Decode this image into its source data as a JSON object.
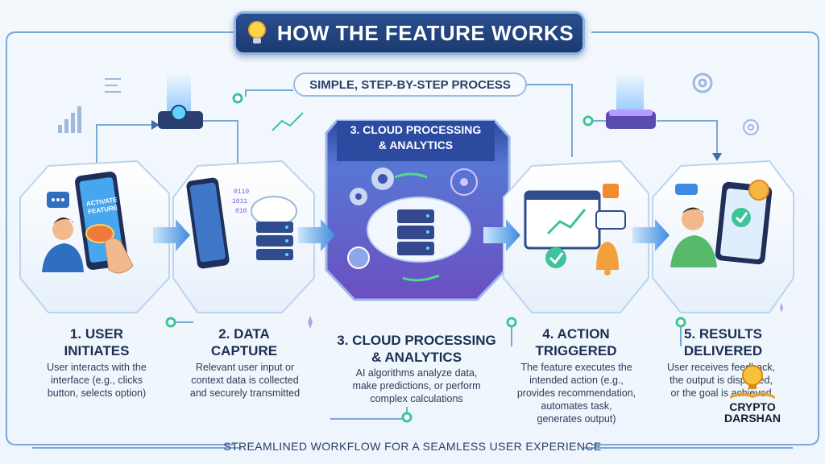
{
  "header": {
    "title": "HOW THE FEATURE WORKS",
    "subtitle": "SIMPLE, STEP-BY-STEP PROCESS"
  },
  "steps": [
    {
      "title_line1": "1. USER",
      "title_line2": "INITIATES",
      "desc_lines": [
        "User interacts with the",
        "interface (e.g., clicks",
        "button, selects option)"
      ],
      "screen_text_1": "ACTIVATE",
      "screen_text_2": "FEATURE"
    },
    {
      "title_line1": "2. DATA",
      "title_line2": "CAPTURE",
      "desc_lines": [
        "Relevant user input or",
        "context data is collected",
        "and securely transmitted"
      ]
    },
    {
      "title_line1": "3. CLOUD PROCESSING",
      "title_line2": "& ANALYTICS",
      "desc_lines": [
        "AI algorithms analyze data,",
        "make predictions, or perform",
        "complex calculations"
      ],
      "header_line1": "3. CLOUD PROCESSING",
      "header_line2": "& ANALYTICS"
    },
    {
      "title_line1": "4. ACTION",
      "title_line2": "TRIGGERED",
      "desc_lines": [
        "The feature executes the",
        "intended action (e.g.,",
        "provides recommendation,",
        "automates task,",
        "generates output)"
      ]
    },
    {
      "title_line1": "5. RESULTS",
      "title_line2": "DELIVERED",
      "desc_lines": [
        "User receives feedback,",
        "the output is displayed,",
        "or the goal is achieved"
      ]
    }
  ],
  "footer": {
    "text": "STREAMLINED WORKFLOW FOR A SEAMLESS USER EXPERIENCE"
  },
  "watermark": {
    "line1": "CRYPTO",
    "line2": "DARSHAN"
  },
  "icons": [
    "lightbulb-icon",
    "phone-icon",
    "hand-icon",
    "user-icon",
    "server-icon",
    "cloud-icon",
    "gear-icon",
    "brain-icon",
    "network-icon",
    "dashboard-icon",
    "bell-icon",
    "checkmark-icon",
    "tablet-icon",
    "badge-icon",
    "router-icon",
    "chart-icon"
  ],
  "colors": {
    "title_bg": "#1c3a70",
    "accent_blue": "#3d8be0",
    "cloud_panel": "#3b4fb0",
    "connector_green": "#3ec39a",
    "line_blue": "#7aa9d9"
  }
}
